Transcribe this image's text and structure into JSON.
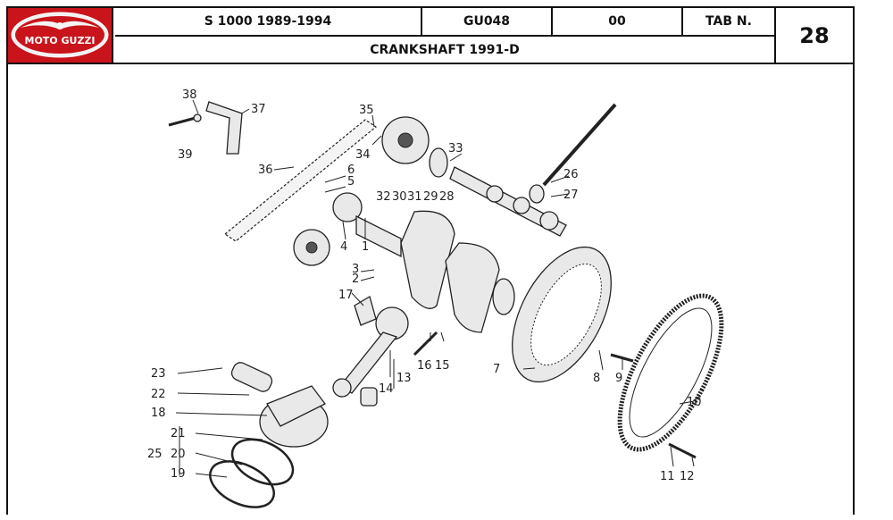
{
  "header": {
    "brand": "MOTO GUZZI",
    "model": "S 1000 1989-1994",
    "code": "GU048",
    "revision": "00",
    "tab_label": "TAB N.",
    "tab_number": "28",
    "title": "CRANKSHAFT 1991-D"
  },
  "callouts": [
    "1",
    "2",
    "3",
    "4",
    "5",
    "6",
    "7",
    "8",
    "9",
    "10",
    "11",
    "12",
    "13",
    "14",
    "15",
    "16",
    "17",
    "18",
    "19",
    "20",
    "21",
    "22",
    "23",
    "25",
    "26",
    "27",
    "28",
    "29",
    "30",
    "31",
    "32",
    "33",
    "34",
    "35",
    "36",
    "37",
    "38",
    "39"
  ],
  "colors": {
    "logo_bg": "#c8141a",
    "border": "#111111"
  }
}
